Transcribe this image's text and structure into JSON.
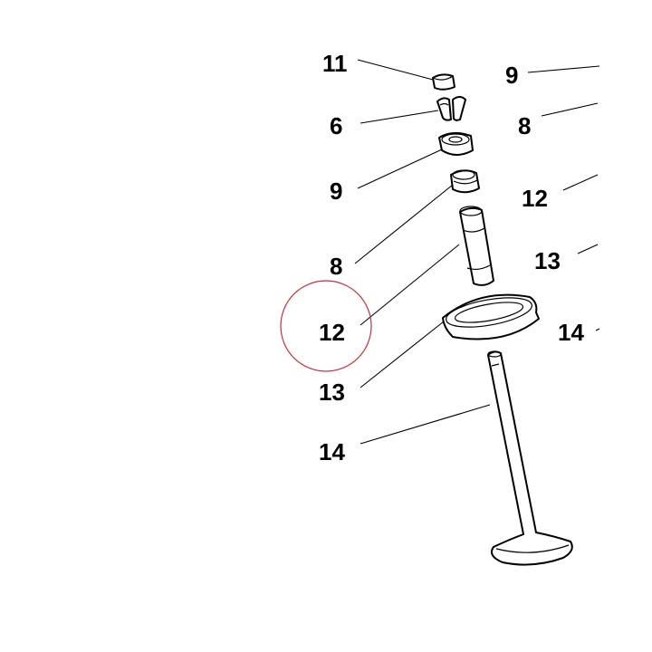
{
  "diagram": {
    "labels_left": {
      "cap": "11",
      "keepers": "6",
      "spring_seat": "9",
      "seal": "8",
      "guide": "12",
      "seat_ring": "13",
      "valve": "14"
    },
    "labels_right": {
      "r1": "9",
      "r2": "8",
      "r3": "12",
      "r4": "13",
      "r5": "14"
    },
    "highlight_color": "#c8323c",
    "highlight_target": "12"
  }
}
